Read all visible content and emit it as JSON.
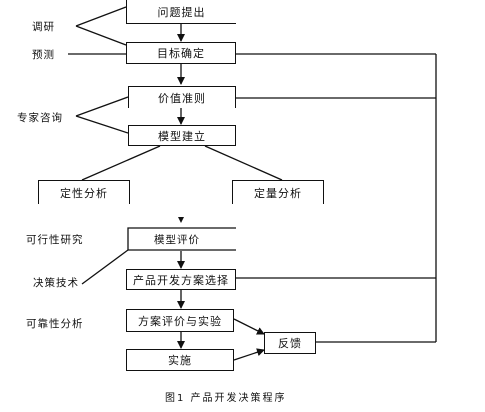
{
  "nodes": {
    "problem": "问题提出",
    "target": "目标确定",
    "value": "价值准则",
    "model_build": "模型建立",
    "qualitative": "定性分析",
    "quantitative": "定量分析",
    "model_eval": "模型评价",
    "choice": "产品开发方案选择",
    "plan_eval": "方案评价与实验",
    "implement": "实施",
    "feedback": "反馈"
  },
  "side_labels": {
    "research": "调研",
    "forecast": "预测",
    "expert": "专家咨询",
    "feasibility": "可行性研究",
    "decision_tech": "决策技术",
    "reliability": "可靠性分析"
  },
  "caption": "图1   产品开发决策程序"
}
